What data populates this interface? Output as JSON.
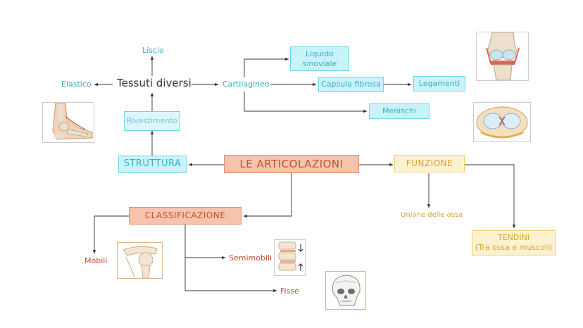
{
  "diagram": {
    "center": {
      "label": "LE ARTICOLAZIONI"
    },
    "struttura": {
      "label": "STRUTTURA"
    },
    "funzione": {
      "label": "FUNZIONE"
    },
    "classificazione": {
      "label": "CLASSIFICAZIONE"
    },
    "rivestimento": {
      "label": "Rivestimento"
    },
    "tessuti": {
      "label": "Tessuti diversi"
    },
    "liscio": {
      "label": "Liscio"
    },
    "elastico": {
      "label": "Elastico"
    },
    "cartilagineo": {
      "label": "Cartilagineo"
    },
    "liquido": {
      "line1": "Liquido",
      "line2": "sinoviale"
    },
    "capsula": {
      "label": "Capsula fibrosa"
    },
    "legamenti": {
      "label": "Legamenti"
    },
    "menischi": {
      "label": "Menischi"
    },
    "unione": {
      "label": "Unione delle ossa"
    },
    "tendini": {
      "line1": "TENDINI",
      "line2": "(Tra ossa e muscoli)"
    },
    "mobili": {
      "label": "Mobili"
    },
    "semimobili": {
      "label": "Semimobili"
    },
    "fisse": {
      "label": "Fisse"
    }
  },
  "colors": {
    "cyan_fill": "#c9f3fa",
    "cyan_text": "#3aaec4",
    "salmon_fill": "#f7c3ad",
    "salmon_text": "#c0532e",
    "yellow_fill": "#fdf2cf",
    "yellow_text": "#d9a23a",
    "line": "#333333"
  },
  "icons": [
    "ankle-joint-image",
    "knee-joint-image",
    "meniscus-image",
    "shoulder-joint-image",
    "spine-vertebrae-image",
    "skull-image"
  ]
}
